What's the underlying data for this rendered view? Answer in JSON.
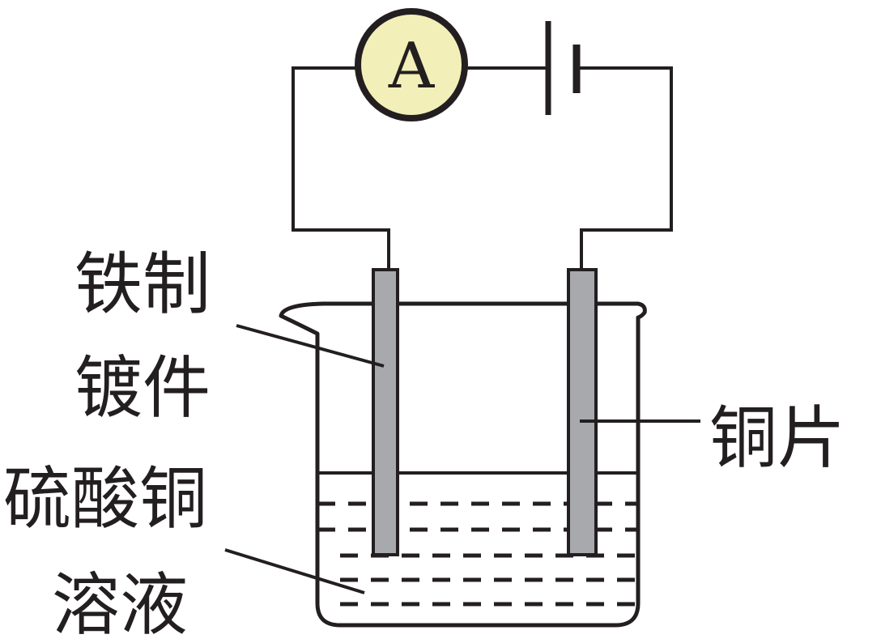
{
  "ammeter": {
    "symbol": "A"
  },
  "labels": {
    "iron_part_line1": "铁制",
    "iron_part_line2": "镀件",
    "copper_plate": "铜片",
    "solution_line1": "硫酸铜",
    "solution_line2": "溶液"
  },
  "colors": {
    "ink": "#231f20",
    "ammeter_fill": "#f2efb8",
    "electrode_fill": "#a7a9ac"
  }
}
